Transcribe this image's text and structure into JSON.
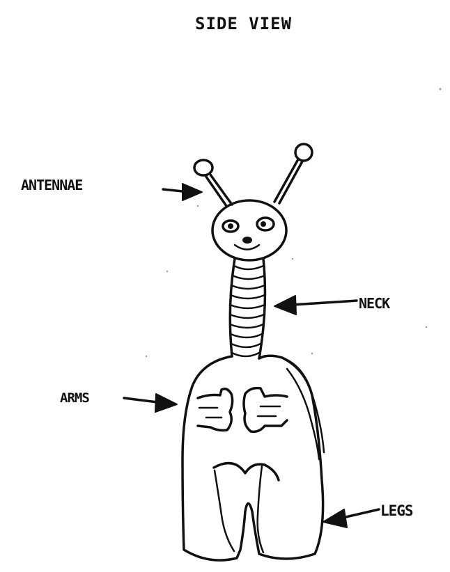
{
  "title": "SIDE VIEW",
  "labels": {
    "antennae": "ANTENNAE",
    "neck": "NECK",
    "arms": "ARMS",
    "legs": "LEGS"
  },
  "colors": {
    "ink": "#111111",
    "paper": "#ffffff"
  }
}
